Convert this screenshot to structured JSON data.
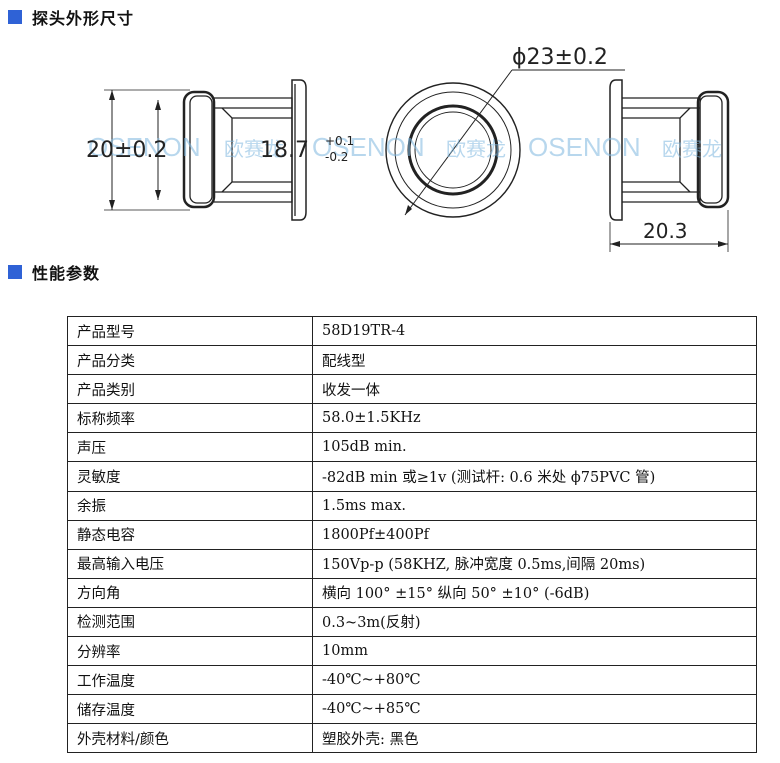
{
  "sections": {
    "dimensions_title": "探头外形尺寸",
    "params_title": "性能参数"
  },
  "drawing": {
    "height_dim": "20±0.2",
    "inner_dim_main": "18.7",
    "inner_tol_plus": "+0.1",
    "inner_tol_minus": "-0.2",
    "diameter_dim": "ϕ23±0.2",
    "depth_dim": "20.3",
    "watermark_latin": "OSENON",
    "watermark_cn": "欧赛龙"
  },
  "colors": {
    "accent_square": "#2f62d6",
    "watermark": "#7fb8e0"
  },
  "table": {
    "rows": [
      {
        "label": "产品型号",
        "value": "58D19TR-4"
      },
      {
        "label": "产品分类",
        "value": "配线型"
      },
      {
        "label": "产品类别",
        "value": "收发一体"
      },
      {
        "label": "标称频率",
        "value": "58.0±1.5KHz"
      },
      {
        "label": "声压",
        "value": "105dB min."
      },
      {
        "label": "灵敏度",
        "value": "-82dB min 或≥1v (测试杆: 0.6 米处 ϕ75PVC 管)"
      },
      {
        "label": "余振",
        "value": "1.5ms max."
      },
      {
        "label": "静态电容",
        "value": "1800Pf±400Pf"
      },
      {
        "label": "最高输入电压",
        "value": "150Vp-p (58KHZ, 脉冲宽度 0.5ms,间隔 20ms)"
      },
      {
        "label": "方向角",
        "value": "横向 100° ±15° 纵向 50° ±10° (-6dB)"
      },
      {
        "label": "检测范围",
        "value": "0.3~3m(反射)"
      },
      {
        "label": "分辨率",
        "value": "10mm"
      },
      {
        "label": "工作温度",
        "value": "-40℃~+80℃"
      },
      {
        "label": "储存温度",
        "value": "-40℃~+85℃"
      },
      {
        "label": "外壳材料/颜色",
        "value": "塑胶外壳: 黑色"
      }
    ]
  }
}
